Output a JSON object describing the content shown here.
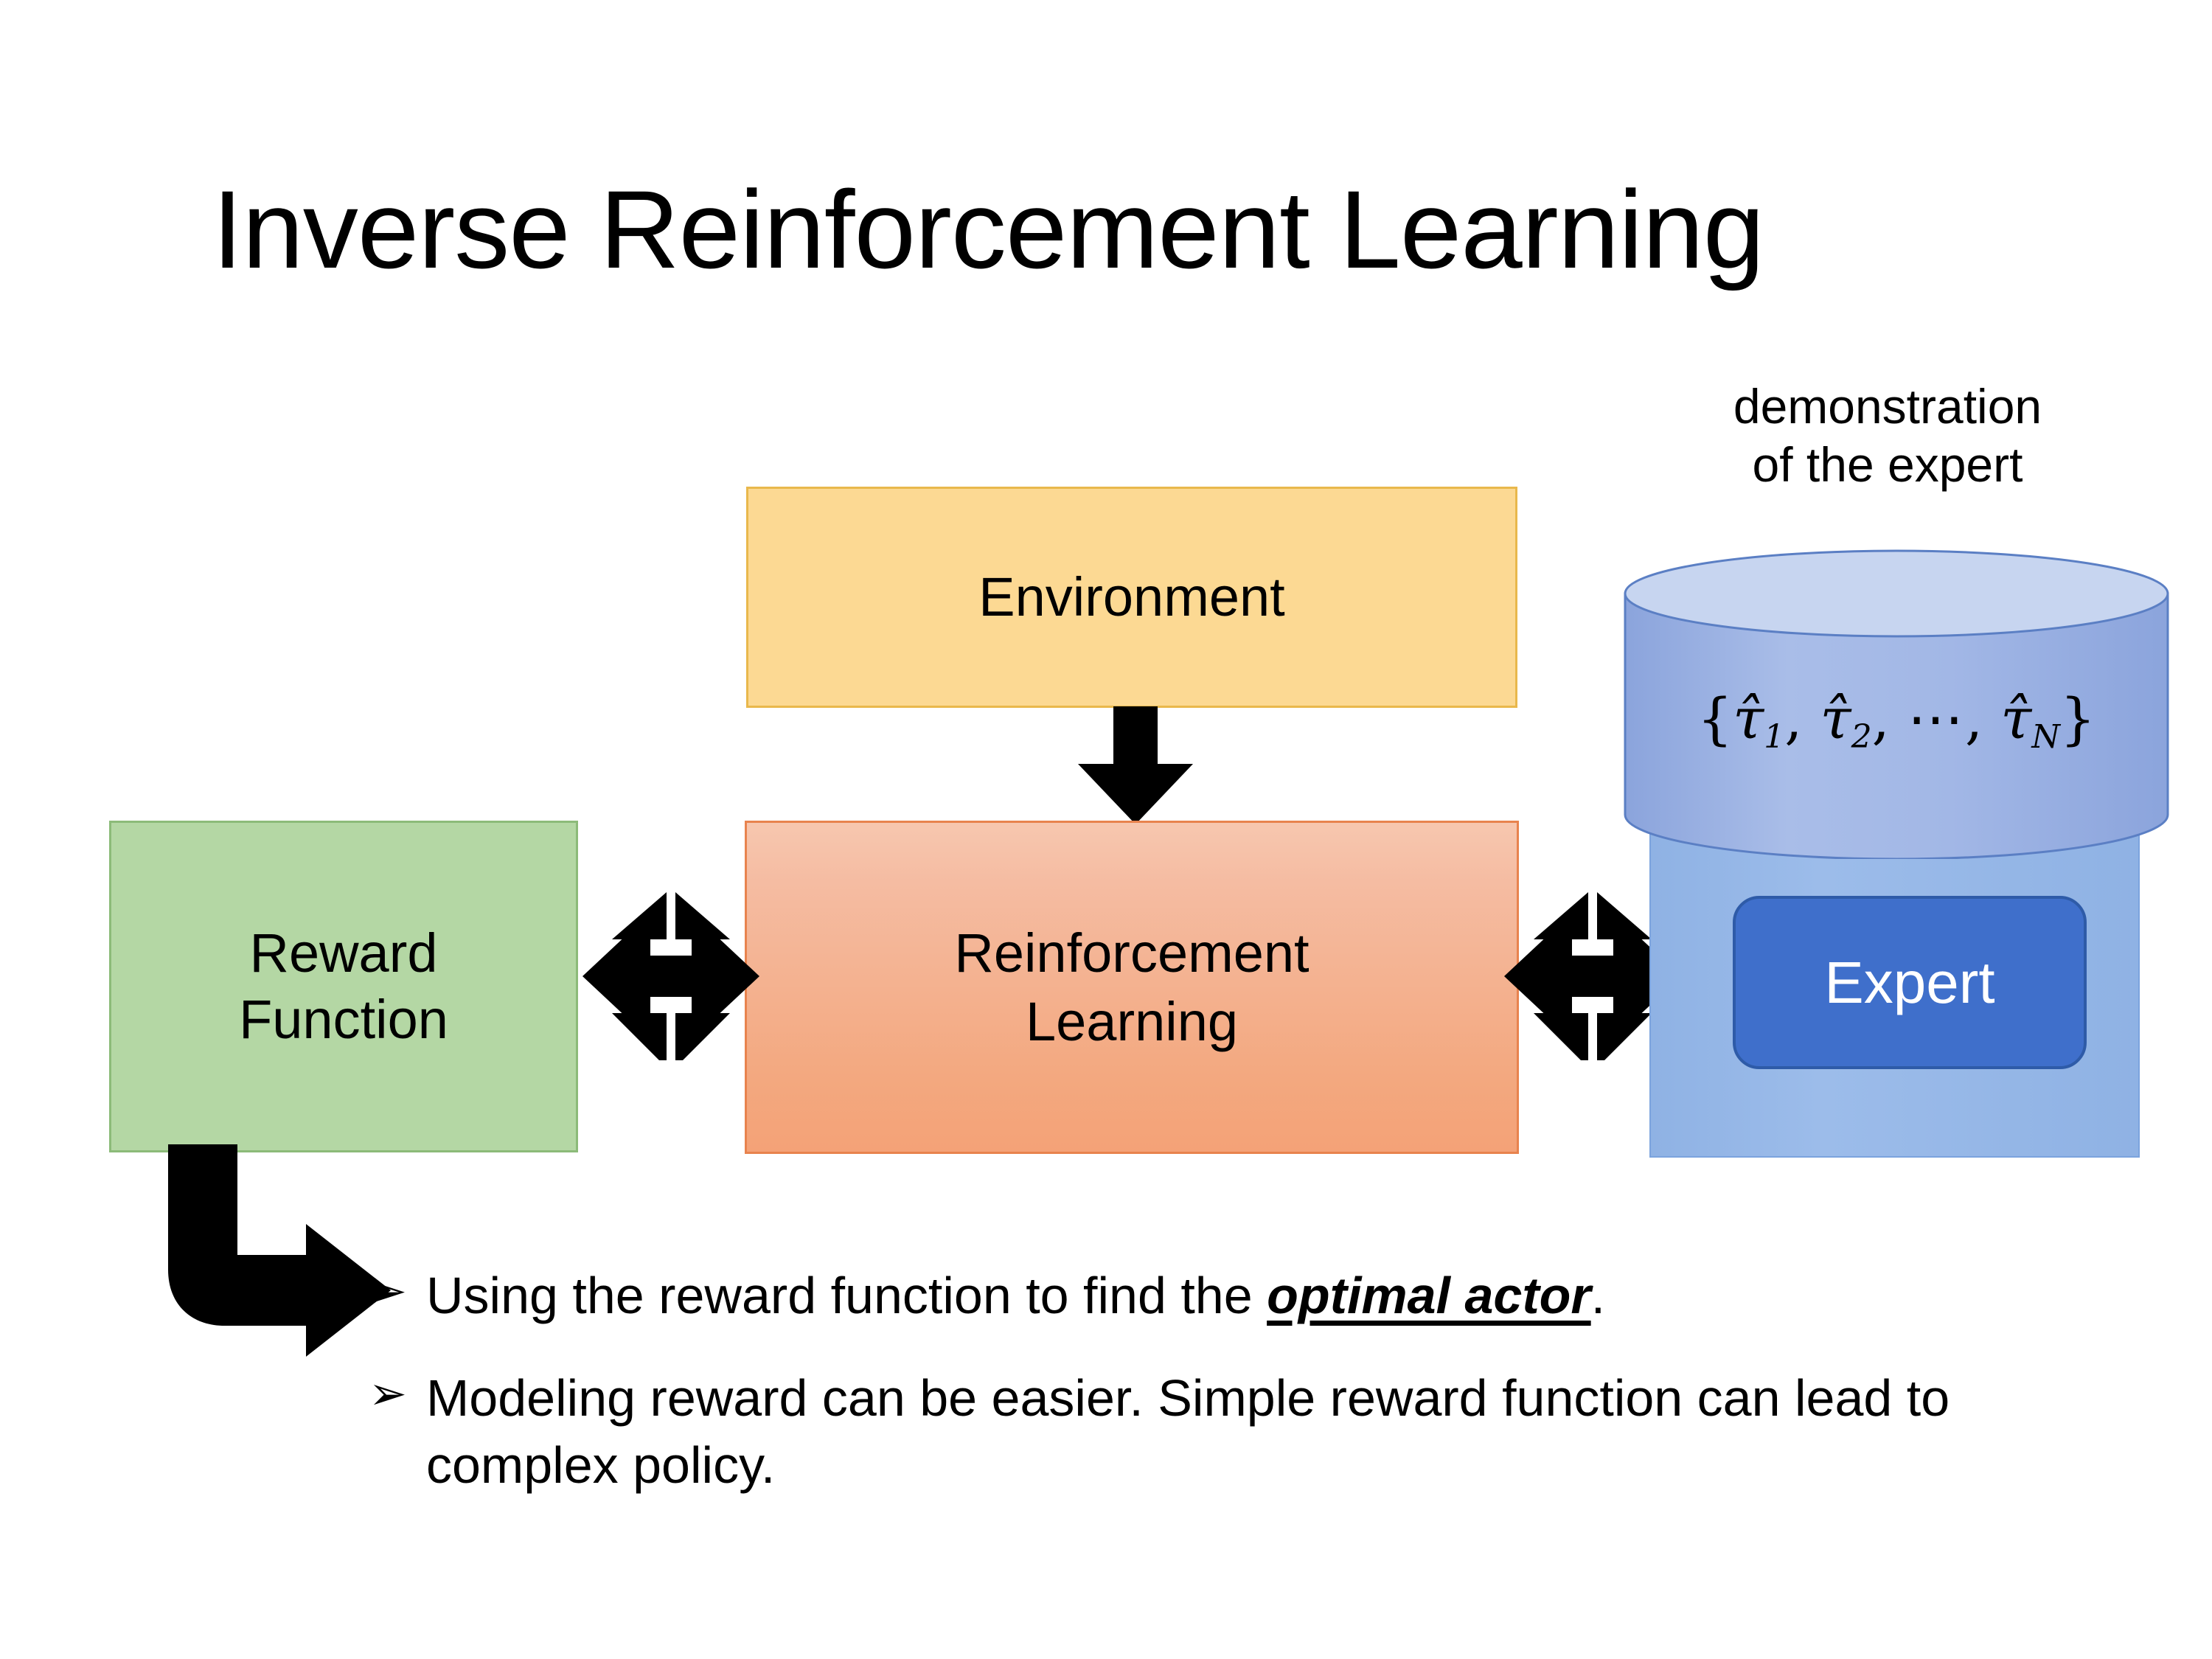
{
  "slide": {
    "title": "Inverse Reinforcement Learning",
    "background_color": "#FFFFFF"
  },
  "diagram": {
    "environment": {
      "label": "Environment",
      "fill_color": "#FCD993",
      "border_color": "#E9B84C"
    },
    "reward_function": {
      "line1": "Reward",
      "line2": "Function",
      "fill_color": "#B4D7A4",
      "border_color": "#8CBB79"
    },
    "reinforcement_learning": {
      "line1": "Reinforcement",
      "line2": "Learning",
      "fill_top_color": "#F5BCA2",
      "fill_bottom_color": "#F4A277",
      "border_color": "#E8834E"
    },
    "demonstration": {
      "caption_line1": "demonstration",
      "caption_line2": "of the expert",
      "dataset_open_brace": "{",
      "dataset_tau1": "τ̂",
      "dataset_sub1": "1",
      "dataset_sep1": ", ",
      "dataset_tau2": "τ̂",
      "dataset_sub2": "2",
      "dataset_sep2": ", ",
      "dataset_dots": "⋯",
      "dataset_sep3": ", ",
      "dataset_tauN": "τ̂",
      "dataset_subN": "N",
      "dataset_close_brace": "}",
      "cylinder_top_color": "#C7D5F0",
      "cylinder_body_color": "#8BA4DC",
      "container_color": "#93B5E6"
    },
    "expert": {
      "label": "Expert",
      "fill_color": "#3F6FCB",
      "border_color": "#2E5BA8",
      "text_color": "#FFFFFF"
    },
    "connectors": {
      "environment_to_rl": "down-arrow",
      "reward_to_rl": "quad-arrow",
      "rl_to_expert": "quad-arrow",
      "reward_to_bullets": "bent-arrow",
      "arrow_color": "#000000"
    }
  },
  "bullets": {
    "marker": "➢",
    "items": [
      {
        "text_before": "Using the reward function to find the ",
        "emphasis": "optimal actor",
        "text_after": "."
      },
      {
        "text_before": "Modeling reward can be easier. Simple reward function can lead to complex policy.",
        "emphasis": "",
        "text_after": ""
      }
    ]
  }
}
